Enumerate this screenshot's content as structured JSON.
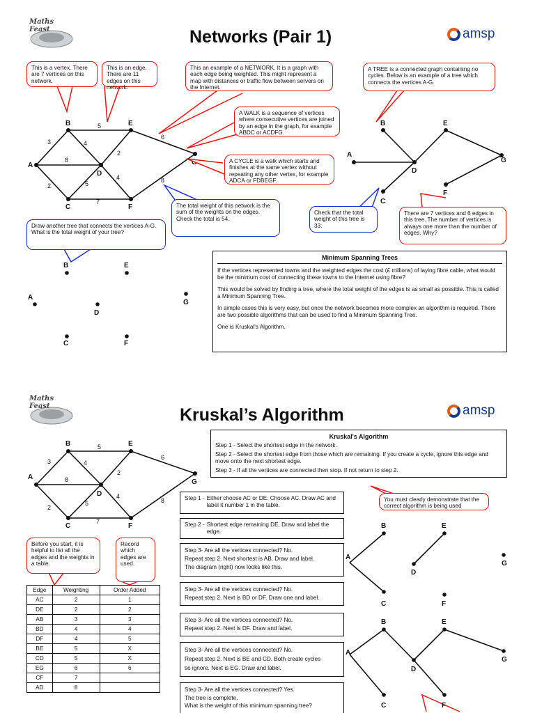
{
  "page1": {
    "title": "Networks (Pair 1)",
    "brand_left": "Maths Feast",
    "brand_right": "amsp",
    "bubbles": {
      "vertex": "This is a vertex. There are 7 vertices on this network.",
      "edge": "This is an edge. There are 11 edges on this network.",
      "network": "This an example of a NETWORK. It is a graph with each edge being weighted. This might represent a map with distances or traffic flow between servers on the Internet.",
      "walk": "A WALK is a sequence of vertices where consecutive vertices are joined by an edge in the graph, for example ABDC or ACDFG.",
      "cycle": "A CYCLE is a walk which starts and finishes at the same vertex without repeating any other vertex, for example ADCA or FDBEGF.",
      "total": "The total weight of this network is the sum of the weights on the edges. Check the total is 54.",
      "tree": "A TREE is a connected graph containing no cycles. Below is an example of a tree which connects the vertices A-G.",
      "check": "Check that the total weight of this tree is 33.",
      "count": "There are 7 vertices and 6 edges in this tree. The number of vertices is always one more than the number of edges.  Why?",
      "draw": "Draw another tree that connects the vertices A-G. What is the total weight of your tree?"
    },
    "network": {
      "nodes": [
        "A",
        "B",
        "C",
        "D",
        "E",
        "F",
        "G"
      ],
      "weights": [
        "3",
        "5",
        "4",
        "8",
        "2",
        "6",
        "2",
        "5",
        "4",
        "7",
        "8"
      ]
    },
    "mst_box": {
      "heading": "Minimum Spanning Trees",
      "para1": "If the vertices represented towns and the weighted edges the cost (£ millions) of laying fibre cable, what would be the minimum cost of connecting these towns to the Internet using fibre?",
      "para2": "This would be solved by finding a tree, where the total weight of the edges is as small as possible. This is called a Minimum Spanning Tree.",
      "para3": "In simple cases this is very easy, but once the network becomes more complex an algorithm is required. There are two possible algorithms that can be used to find a Minimum Spanning Tree.",
      "para4": "One is Kruskal's Algorithm."
    }
  },
  "page2": {
    "title": "Kruskal’s Algorithm",
    "brand_left": "Maths Feast",
    "brand_right": "amsp",
    "algo_box": {
      "heading": "Kruskal's Algorithm",
      "step1": "Step 1 - Select the shortest edge in the network.",
      "step2": "Step 2 - Select the shortest edge from those which are remaining. If you create a cycle, ignore this edge and move onto the next shortest edge.",
      "step3": "Step 3 - If all the vertices are connected then stop. If not return to step 2."
    },
    "bubbles": {
      "demonstrate": "You must clearly demonstrate that the correct algorithm is being used",
      "before": "Before you start, it is helpful to list all the edges and the weights in a table.",
      "record": "Record which edges are used."
    },
    "steps": [
      {
        "label": "Step 1 -",
        "text": "Either choose AC or DE. Choose AC. Draw AC and label it number 1 in the table."
      },
      {
        "label": "Step 2 -",
        "text": "Shortest edge remaining DE. Draw and label the edge."
      },
      {
        "line1": "Step 3-  Are all the vertices connected? No.",
        "line2": "Repeat step 2. Next shortest is AB. Draw and label.",
        "line3": "The diagram (right) now looks like this."
      },
      {
        "line1": "Step 3-  Are all the vertices connected? No.",
        "line2": "Repeat step 2. Next is BD or DF. Draw one and label."
      },
      {
        "line1": "Step 3-  Are all the vertices connected? No.",
        "line2": "Repeat step 2. Next is DF. Draw and label."
      },
      {
        "line1": "Step 3-  Are all the vertices connected? No.",
        "line2": "Repeat step 2. Next is BE and CD. Both create cycles",
        "line3": "so ignore. Next is EG. Draw and label."
      },
      {
        "line1": "Step 3-  Are all the vertices connected? Yes.",
        "line2": "The tree is complete.",
        "line3": "What is the weight of this minimum spanning tree?"
      }
    ],
    "table": {
      "headers": [
        "Edge",
        "Weighting",
        "Order Added"
      ],
      "rows": [
        [
          "AC",
          "2",
          "1"
        ],
        [
          "DE",
          "2",
          "2"
        ],
        [
          "AB",
          "3",
          "3"
        ],
        [
          "BD",
          "4",
          "4"
        ],
        [
          "DF",
          "4",
          "5"
        ],
        [
          "BE",
          "5",
          "X"
        ],
        [
          "CD",
          "5",
          "X"
        ],
        [
          "EG",
          "6",
          "6"
        ],
        [
          "CF",
          "7",
          ""
        ],
        [
          "AD",
          "8",
          ""
        ]
      ]
    }
  }
}
